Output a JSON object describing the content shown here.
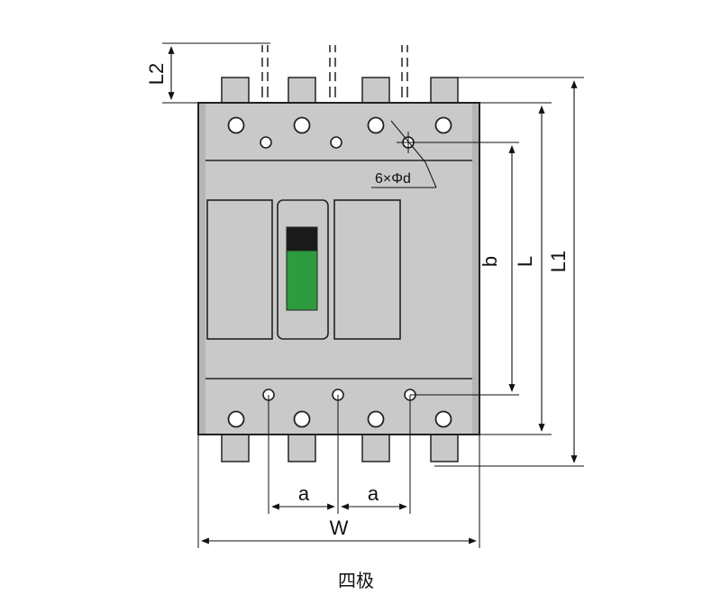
{
  "diagram": {
    "labels": {
      "L2": "L2",
      "L": "L",
      "L1": "L1",
      "b": "b",
      "W": "W",
      "a_left": "a",
      "a_right": "a",
      "hole_spec": "6×Φd"
    },
    "caption": "四极",
    "colors": {
      "body": "#c9c9c9",
      "body_dark": "#b5b5b5",
      "outline": "#222222",
      "handle_green": "#2e9b3e",
      "handle_black": "#1a1a1a",
      "dimension_line": "#111111"
    }
  }
}
